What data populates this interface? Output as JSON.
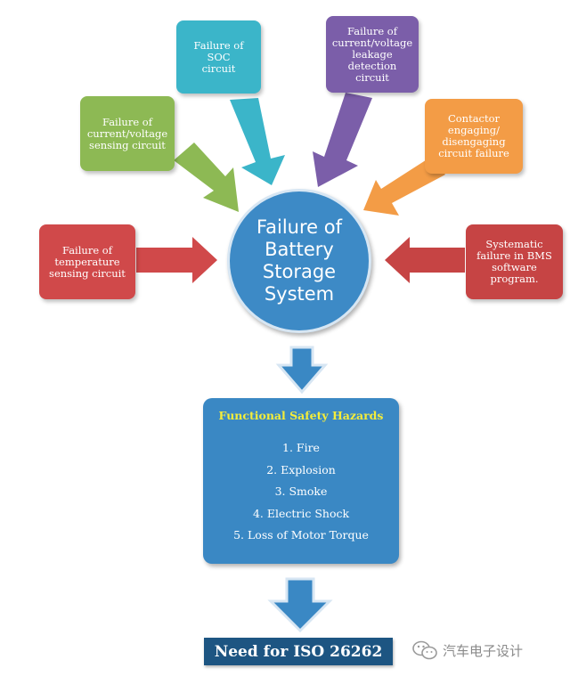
{
  "center": {
    "text": "Failure of\nBattery\nStorage\nSystem"
  },
  "causes": {
    "soc": "Failure of SOC\ncircuit",
    "leakage": "Failure of\ncurrent/voltage\nleakage\ndetection circuit",
    "sensing": "Failure of\ncurrent/voltage\nsensing circuit",
    "contactor": "Contactor\nengaging/\ndisengaging\ncircuit failure",
    "temperature": "Failure of\ntemperature\nsensing circuit",
    "bms": "Systematic\nfailure in BMS\nsoftware\nprogram."
  },
  "hazards": {
    "title": "Functional Safety Hazards",
    "items": [
      "1. Fire",
      "2. Explosion",
      "3. Smoke",
      "4. Electric Shock",
      "5. Loss of Motor Torque"
    ]
  },
  "conclusion": "Need for ISO 26262",
  "watermark": "汽车电子设计",
  "colors": {
    "soc": "#3bb5c9",
    "leakage": "#7b5ea9",
    "sensing": "#8db954",
    "contactor": "#f39c46",
    "temperature": "#d0494a",
    "bms": "#c64444",
    "center": "#3d8ac6",
    "hazards": "#3a88c4",
    "conclusion": "#1d5582"
  }
}
